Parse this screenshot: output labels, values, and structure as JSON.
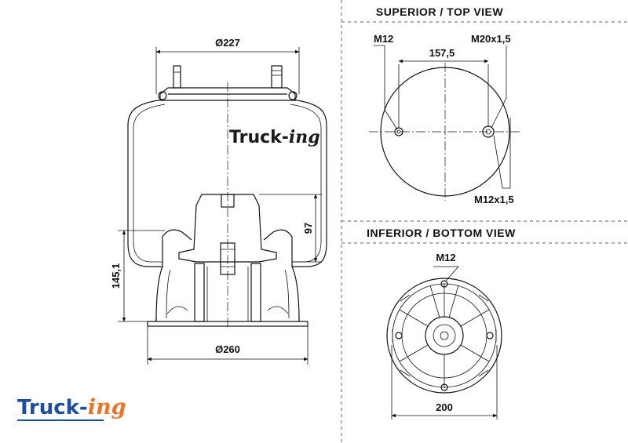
{
  "side_view": {
    "dim_top_diameter": "Ø227",
    "dim_bottom_diameter": "Ø260",
    "dim_piston_height": "97",
    "dim_total_height": "145,1",
    "brand_part1": "Truck-",
    "brand_part2": "ing"
  },
  "top_view": {
    "title": "SUPERIOR / TOP VIEW",
    "label_left_stud": "M12",
    "label_right_stud": "M20x1,5",
    "label_center_distance": "157,5",
    "label_lower_right": "M12x1,5"
  },
  "bottom_view": {
    "title": "INFERIOR / BOTTOM VIEW",
    "label_thread": "M12",
    "label_diameter": "200"
  },
  "logo": {
    "part1": "Truck-",
    "part2": "ing",
    "color_primary": "#1c4f9c",
    "color_accent": "#e8742a"
  }
}
